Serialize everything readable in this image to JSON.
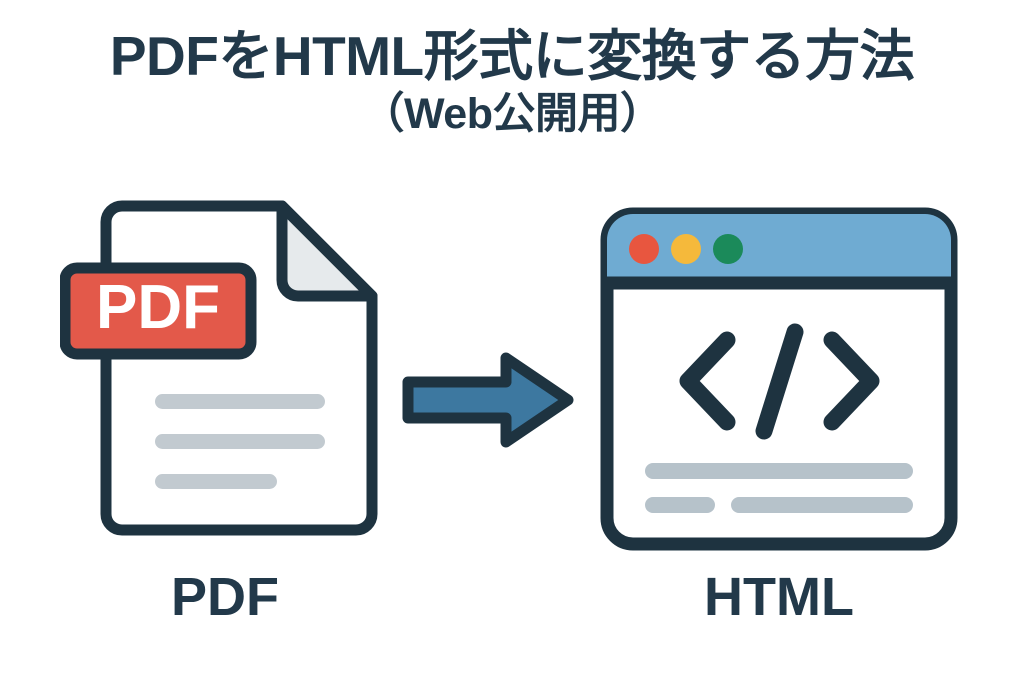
{
  "page": {
    "background_color": "#ffffff",
    "text_color": "#22394A"
  },
  "heading": {
    "title": "PDFをHTML形式に変換する方法",
    "subtitle": "（Web公開用）"
  },
  "source": {
    "caption": "PDF",
    "badge_label": "PDF",
    "badge_color": "#E3594A",
    "badge_text_color": "#ffffff",
    "outline_color": "#1E3340",
    "page_color": "#ffffff",
    "fold_color": "#E6EAEC",
    "line_color": "#C2CAD0",
    "content_lines": [
      {
        "name": "doc-line-1",
        "width_pct": 100
      },
      {
        "name": "doc-line-2",
        "width_pct": 100
      },
      {
        "name": "doc-line-3",
        "width_pct": 72
      }
    ]
  },
  "arrow": {
    "label": "convert-arrow",
    "direction": "right",
    "fill_color": "#3D78A0",
    "outline_color": "#1E3340"
  },
  "target": {
    "caption": "HTML",
    "outline_color": "#1E3340",
    "titlebar_color": "#6FABD2",
    "body_color": "#ffffff",
    "code_symbol": "</>",
    "code_color": "#1E3340",
    "line_color": "#B6C2CA",
    "traffic_lights": [
      {
        "name": "close-dot",
        "color": "#E8563F"
      },
      {
        "name": "minimize-dot",
        "color": "#F5B93B"
      },
      {
        "name": "maximize-dot",
        "color": "#1B8A5A"
      }
    ],
    "content_lines": [
      {
        "name": "browser-line-1",
        "width_pct": 100
      },
      {
        "name": "browser-line-2a",
        "width_pct": 26
      },
      {
        "name": "browser-line-2b",
        "width_pct": 68
      }
    ]
  },
  "icons": {
    "document": "pdf-document-icon",
    "browser": "browser-window-icon",
    "arrow": "right-arrow-icon",
    "code": "code-brackets-icon"
  }
}
